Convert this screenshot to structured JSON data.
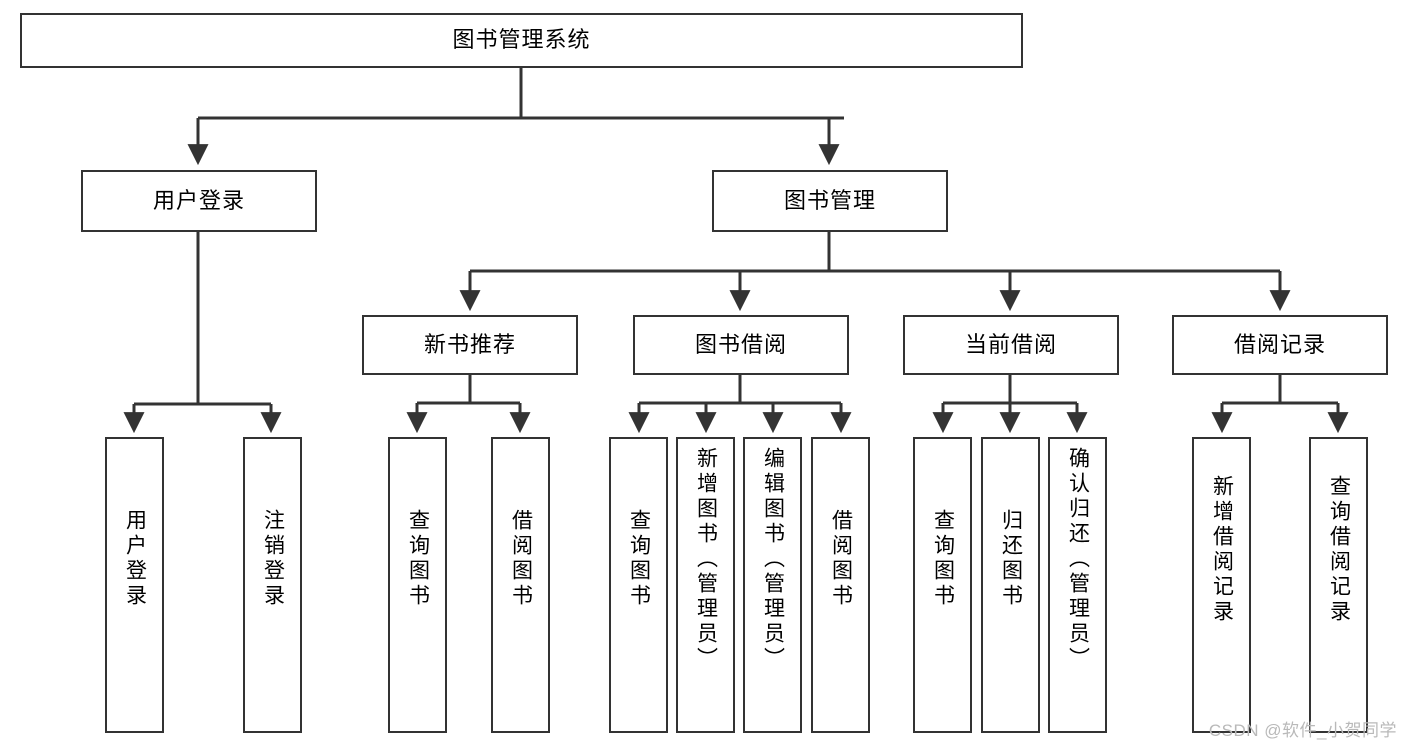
{
  "diagram": {
    "title": "图书管理系统",
    "type": "tree",
    "theme": {
      "background": "#ffffff",
      "node_border": "#333333",
      "node_fill": "#ffffff",
      "edge_color": "#333333",
      "text_color": "#000000",
      "watermark_color": "#b9b9b9"
    },
    "root": {
      "id": "root",
      "label": "图书管理系统",
      "orientation": "horizontal"
    },
    "level2": [
      {
        "id": "user-login",
        "label": "用户登录",
        "orientation": "horizontal"
      },
      {
        "id": "book-manage",
        "label": "图书管理",
        "orientation": "horizontal"
      }
    ],
    "level3": [
      {
        "id": "new-book-recommend",
        "label": "新书推荐",
        "orientation": "horizontal",
        "parent": "book-manage"
      },
      {
        "id": "book-borrow",
        "label": "图书借阅",
        "orientation": "horizontal",
        "parent": "book-manage"
      },
      {
        "id": "current-borrow",
        "label": "当前借阅",
        "orientation": "horizontal",
        "parent": "book-manage"
      },
      {
        "id": "borrow-record",
        "label": "借阅记录",
        "orientation": "horizontal",
        "parent": "book-manage"
      }
    ],
    "leaves": [
      {
        "id": "leaf-user-login",
        "label": "用户登录",
        "orientation": "vertical",
        "parent": "user-login"
      },
      {
        "id": "leaf-logout",
        "label": "注销登录",
        "orientation": "vertical",
        "parent": "user-login"
      },
      {
        "id": "leaf-query-book-1",
        "label": "查询图书",
        "orientation": "vertical",
        "parent": "new-book-recommend"
      },
      {
        "id": "leaf-borrow-book-1",
        "label": "借阅图书",
        "orientation": "vertical",
        "parent": "new-book-recommend"
      },
      {
        "id": "leaf-query-book-2",
        "label": "查询图书",
        "orientation": "vertical",
        "parent": "book-borrow"
      },
      {
        "id": "leaf-add-book",
        "label": "新增图书（管理员）",
        "orientation": "vertical",
        "parent": "book-borrow"
      },
      {
        "id": "leaf-edit-book",
        "label": "编辑图书（管理员）",
        "orientation": "vertical",
        "parent": "book-borrow"
      },
      {
        "id": "leaf-borrow-book-2",
        "label": "借阅图书",
        "orientation": "vertical",
        "parent": "book-borrow"
      },
      {
        "id": "leaf-query-book-3",
        "label": "查询图书",
        "orientation": "vertical",
        "parent": "current-borrow"
      },
      {
        "id": "leaf-return-book",
        "label": "归还图书",
        "orientation": "vertical",
        "parent": "current-borrow"
      },
      {
        "id": "leaf-confirm-return",
        "label": "确认归还（管理员）",
        "orientation": "vertical",
        "parent": "current-borrow"
      },
      {
        "id": "leaf-add-record",
        "label": "新增借阅记录",
        "orientation": "vertical",
        "parent": "borrow-record"
      },
      {
        "id": "leaf-query-record",
        "label": "查询借阅记录",
        "orientation": "vertical",
        "parent": "borrow-record"
      }
    ],
    "watermark": "CSDN @软件_小贺同学"
  }
}
